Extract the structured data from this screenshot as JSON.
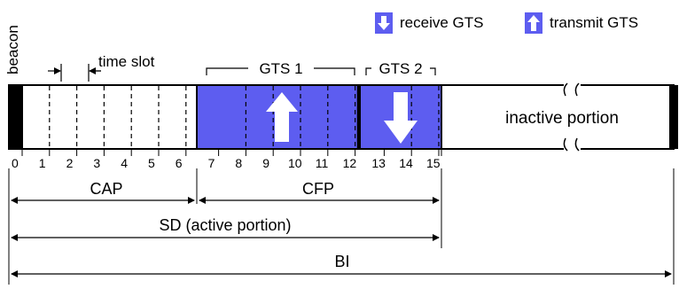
{
  "legend": {
    "receive_label": "receive GTS",
    "transmit_label": "transmit GTS"
  },
  "labels": {
    "beacon": "beacon",
    "time_slot": "time slot",
    "gts1": "GTS 1",
    "gts2": "GTS 2",
    "inactive": "inactive portion",
    "cap": "CAP",
    "cfp": "CFP",
    "sd": "SD (active portion)",
    "bi": "BI"
  },
  "slot_numbers": [
    "0",
    "1",
    "2",
    "3",
    "4",
    "5",
    "6",
    "7",
    "8",
    "9",
    "10",
    "11",
    "12",
    "13",
    "14",
    "15"
  ],
  "colors": {
    "gts_fill": "#5d5df0",
    "beacon_fill": "#000000",
    "line": "#000000"
  }
}
